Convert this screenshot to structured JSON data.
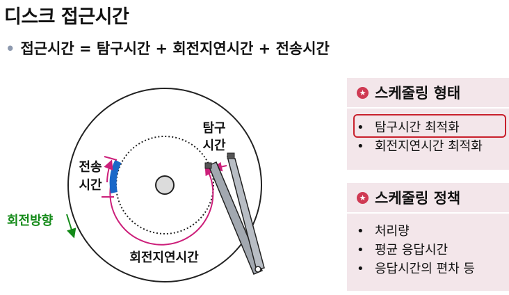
{
  "title": "디스크 접근시간",
  "formula": {
    "bullet": "•",
    "text": "접근시간  =  탐구시간 + 회전지연시간 + 전송시간"
  },
  "diagram": {
    "labels": {
      "seek": [
        "탐구",
        "시간"
      ],
      "transfer": [
        "전송",
        "시간"
      ],
      "rotation_direction": "회전방향",
      "rotational_delay": "회전지연시간"
    },
    "colors": {
      "arc": "#cc1f7a",
      "sector": "#1a68c8",
      "direction": "#138a18",
      "arm": "#9aa0a8"
    }
  },
  "panels": [
    {
      "heading": "스케줄링 형태",
      "items": [
        "탐구시간 최적화",
        "회전지연시간 최적화"
      ],
      "highlighted_item": "탐구시간 최적화"
    },
    {
      "heading": "스케줄링 정책",
      "items": [
        "처리량",
        "평균 응답시간",
        "응답시간의 편차 등"
      ]
    }
  ]
}
